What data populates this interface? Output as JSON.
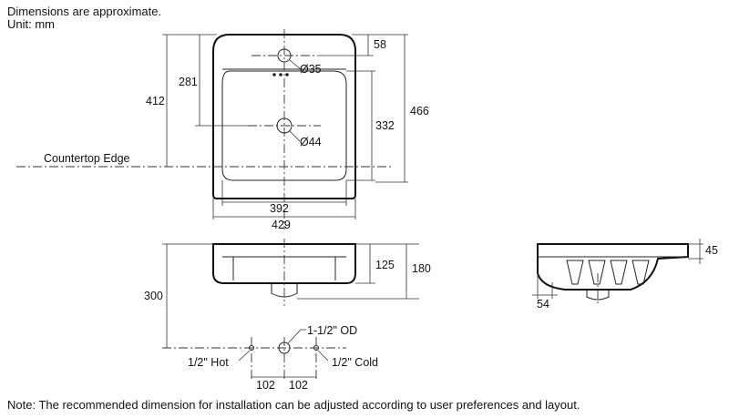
{
  "header": {
    "line1": "Dimensions are approximate.",
    "line2": "Unit: mm"
  },
  "top_view": {
    "dim_58": "58",
    "dim_35": "Ø35",
    "dim_281": "281",
    "dim_412": "412",
    "dim_466": "466",
    "dim_332": "332",
    "dim_44": "Ø44",
    "countertop_label": "Countertop Edge",
    "dim_392": "392",
    "dim_429": "429"
  },
  "front_view": {
    "dim_125": "125",
    "dim_180": "180",
    "dim_300": "300",
    "od_label": "1-1/2\" OD",
    "hot_label": "1/2\" Hot",
    "cold_label": "1/2\" Cold",
    "dim_102_left": "102",
    "dim_102_right": "102"
  },
  "side_view": {
    "dim_45": "45",
    "dim_54": "54"
  },
  "note": "Note: The recommended dimension for installation can be adjusted according to user preferences and layout."
}
